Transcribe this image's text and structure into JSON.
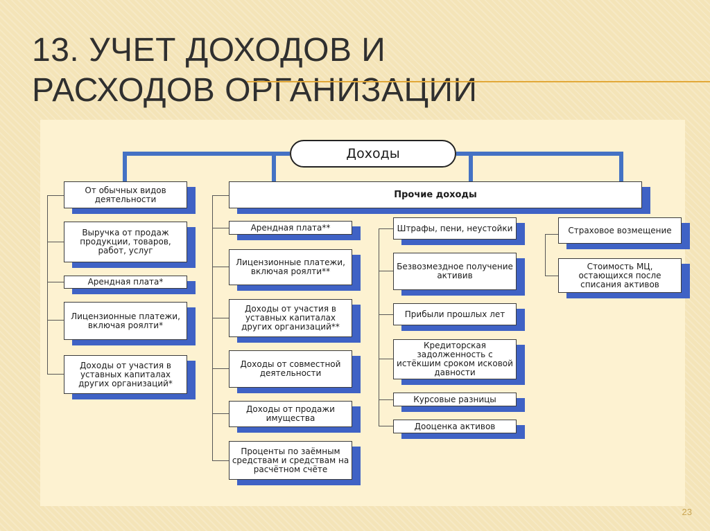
{
  "title": "13. УЧЕТ ДОХОДОВ И РАСХОДОВ ОРГАНИЗАЦИИ",
  "page_number": "23",
  "diagram": {
    "root": "Доходы",
    "ordinary": {
      "label": "От обычных видов деятельности",
      "items": [
        "Выручка от продаж продукции, товаров, работ, услуг",
        "Арендная плата*",
        "Лицензионные платежи, включая роялти*",
        "Доходы от участия в уставных капиталах других организаций*"
      ]
    },
    "other": {
      "label": "Прочие доходы",
      "col1": [
        "Арендная плата**",
        "Лицензионные платежи, включая роялти**",
        "Доходы от участия в уставных капиталах других организаций**",
        "Доходы от совместной деятельности",
        "Доходы от продажи имущества",
        "Проценты по заёмным средствам и средствам на расчётном счёте"
      ],
      "col2": [
        "Штрафы, пени, неустойки",
        "Безвозмездное получение активив",
        "Прибыли прошлых лет",
        "Кредиторская задолженность с истёкшим сроком исковой давности",
        "Курсовые разницы",
        "Дооценка активов"
      ],
      "col3": [
        "Страховое возмещение",
        "Стоимость МЦ, остающихся после списания активов"
      ]
    }
  }
}
